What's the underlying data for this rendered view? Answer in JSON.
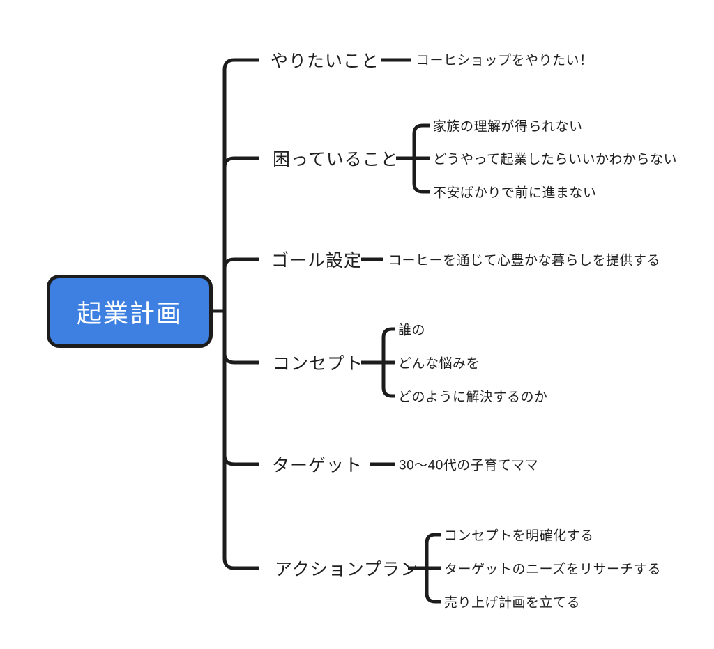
{
  "colors": {
    "background": "#ffffff",
    "root_fill": "#3e80e2",
    "root_text": "#ffffff",
    "root_border": "#1c1c1c",
    "connector_line": "#1c1c1c",
    "node_text": "#1f1f1f"
  },
  "mindmap": {
    "root": {
      "label": "起業計画"
    },
    "branches": [
      {
        "label": "やりたいこと",
        "children": [
          "コーヒショップをやりたい！"
        ]
      },
      {
        "label": "困っていること",
        "children": [
          "家族の理解が得られない",
          "どうやって起業したらいいかわからない",
          "不安ばかりで前に進まない"
        ]
      },
      {
        "label": "ゴール設定",
        "children": [
          "コーヒーを通じて心豊かな暮らしを提供する"
        ]
      },
      {
        "label": "コンセプト",
        "children": [
          "誰の",
          "どんな悩みを",
          "どのように解決するのか"
        ]
      },
      {
        "label": "ターゲット",
        "children": [
          "30〜40代の子育てママ"
        ]
      },
      {
        "label": "アクションプラン",
        "children": [
          "コンセプトを明確化する",
          "ターゲットのニーズをリサーチする",
          "売り上げ計画を立てる"
        ]
      }
    ]
  }
}
